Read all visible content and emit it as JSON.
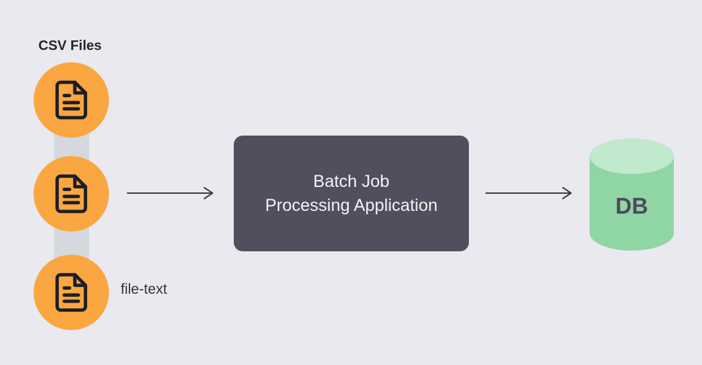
{
  "diagram": {
    "source_group": {
      "title": "CSV Files",
      "annotation": "file-text",
      "items": [
        {
          "icon": "file-text-icon"
        },
        {
          "icon": "file-text-icon"
        },
        {
          "icon": "file-text-icon"
        }
      ]
    },
    "process_node": {
      "label": "Batch Job\nProcessing Application"
    },
    "database_node": {
      "label": "DB"
    },
    "connectors": [
      {
        "icon": "arrow-right-icon",
        "from": "csv-files",
        "to": "process-node"
      },
      {
        "icon": "arrow-right-icon",
        "from": "process-node",
        "to": "database-node"
      }
    ]
  },
  "colors": {
    "background": "#e9e9ef",
    "circle_fill": "#faa742",
    "connector_bar": "#d5d8dd",
    "icon_stroke": "#1e1e26",
    "box_fill": "#514f5e",
    "box_text": "#f3f2f4",
    "arrow_stroke": "#3b3b43",
    "cylinder_body": "#90d6a4",
    "cylinder_top": "#c0e9ce",
    "cylinder_text": "#4c4b59",
    "title_text": "#26262e",
    "annotation_text": "#33333c"
  }
}
